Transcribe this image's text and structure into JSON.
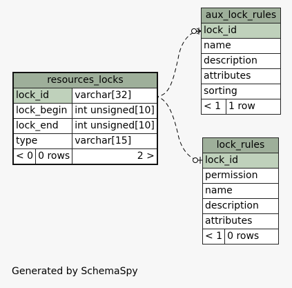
{
  "resources_locks": {
    "title": "resources_locks",
    "rows": [
      {
        "name": "lock_id",
        "type": "varchar[32]"
      },
      {
        "name": "lock_begin",
        "type": "int unsigned[10]"
      },
      {
        "name": "lock_end",
        "type": "int unsigned[10]"
      },
      {
        "name": "type",
        "type": "varchar[15]"
      }
    ],
    "footer": {
      "parents": "< 0",
      "rows": "0 rows",
      "children": "2 >"
    }
  },
  "aux_lock_rules": {
    "title": "aux_lock_rules",
    "rows": [
      "lock_id",
      "name",
      "description",
      "attributes",
      "sorting"
    ],
    "footer": {
      "parents": "< 1",
      "rows": "1 row"
    }
  },
  "lock_rules": {
    "title": "lock_rules",
    "rows": [
      "lock_id",
      "permission",
      "name",
      "description",
      "attributes"
    ],
    "footer": {
      "parents": "< 1",
      "rows": "0 rows"
    }
  },
  "caption": "Generated by SchemaSpy"
}
